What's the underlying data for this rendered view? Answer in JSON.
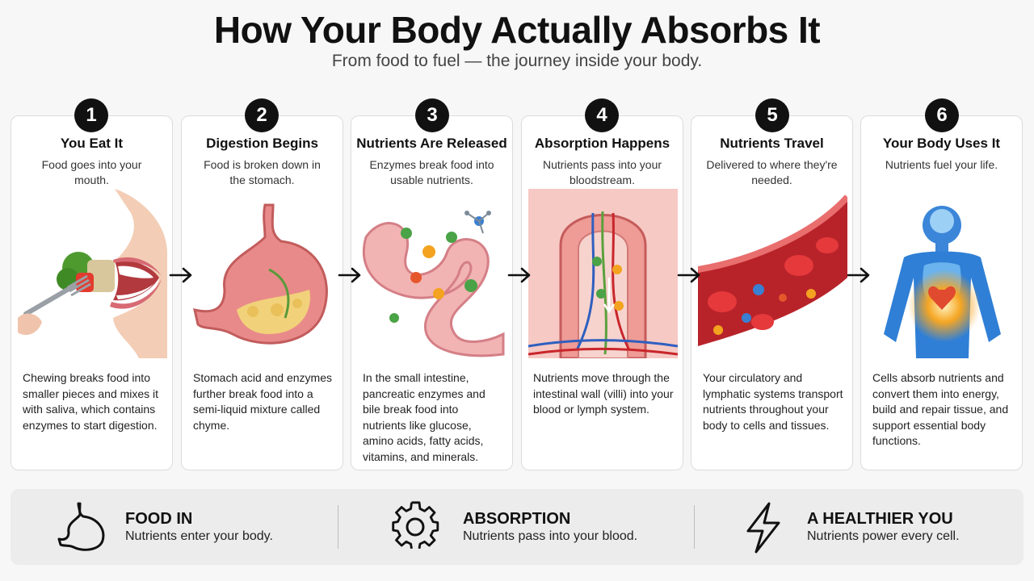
{
  "header": {
    "title": "How Your Body Actually Absorbs It",
    "subtitle": "From food to fuel — the journey inside your body."
  },
  "steps": [
    {
      "number": "1",
      "title": "You Eat It",
      "subtitle": "Food goes into your mouth.",
      "description": "Chewing breaks food into smaller pieces and mixes it with saliva, which contains enzymes to start digestion.",
      "illustration": "mouth-eating-icon"
    },
    {
      "number": "2",
      "title": "Digestion Begins",
      "subtitle": "Food is broken down in the stomach.",
      "description": "Stomach acid and enzymes further break food into a semi-liquid mixture called chyme.",
      "illustration": "stomach-icon"
    },
    {
      "number": "3",
      "title": "Nutrients Are Released",
      "subtitle": "Enzymes break food into usable nutrients.",
      "description": "In the small intestine, pancreatic enzymes and bile break food into nutrients like glucose, amino acids, fatty acids, vitamins, and minerals.",
      "illustration": "small-intestine-icon"
    },
    {
      "number": "4",
      "title": "Absorption Happens",
      "subtitle": "Nutrients pass into your bloodstream.",
      "description": "Nutrients move through the intestinal wall (villi) into your blood or lymph system.",
      "illustration": "villi-icon"
    },
    {
      "number": "5",
      "title": "Nutrients Travel",
      "subtitle": "Delivered to where they're needed.",
      "description": "Your circulatory and lymphatic systems transport nutrients throughout your body to cells and tissues.",
      "illustration": "blood-vessel-icon"
    },
    {
      "number": "6",
      "title": "Your Body Uses It",
      "subtitle": "Nutrients fuel your life.",
      "description": "Cells absorb nutrients and convert them into energy, build and repair tissue, and support essential body functions.",
      "illustration": "glowing-body-icon"
    }
  ],
  "footer": [
    {
      "heading": "FOOD IN",
      "text": "Nutrients enter your body.",
      "icon": "stomach-outline-icon"
    },
    {
      "heading": "ABSORPTION",
      "text": "Nutrients pass into your blood.",
      "icon": "gear-icon"
    },
    {
      "heading": "A HEALTHIER YOU",
      "text": "Nutrients power every cell.",
      "icon": "lightning-bolt-icon"
    }
  ],
  "colors": {
    "badge": "#111111",
    "card_border": "#dcdcdc",
    "footer_bg": "#ececec",
    "tissue_pink": "#f2a0a0",
    "blood_red": "#c8262b",
    "body_blue": "#2f7fd6"
  }
}
